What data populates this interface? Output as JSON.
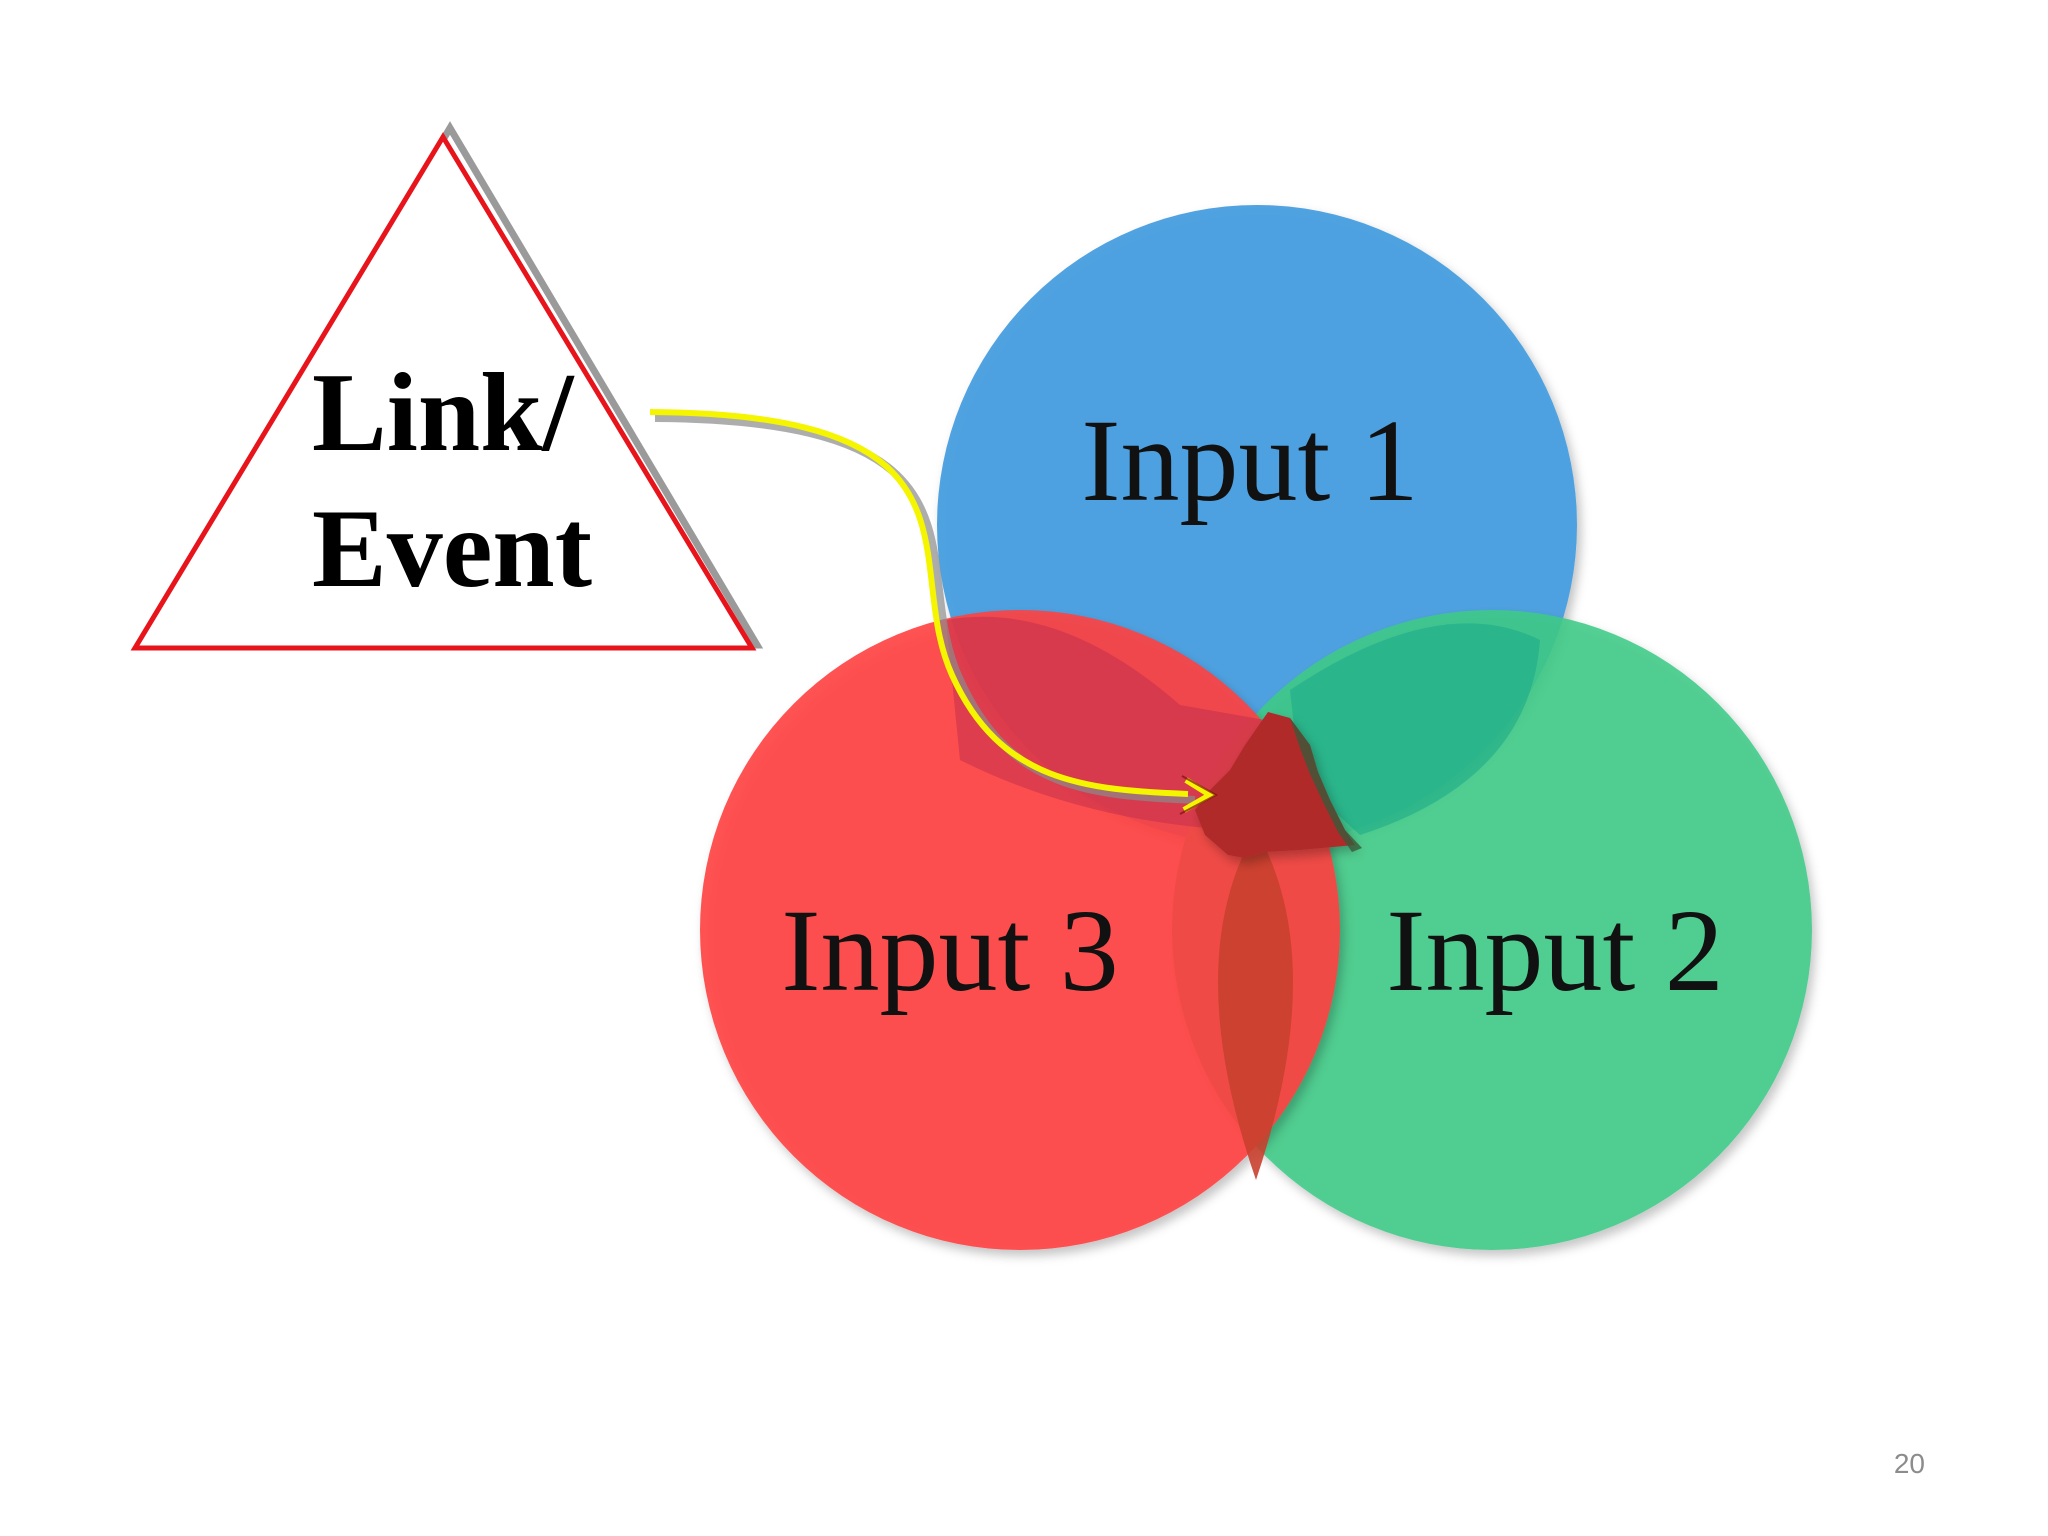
{
  "diagram": {
    "triangle_label_line1": "Link/",
    "triangle_label_line2": "Event",
    "circles": [
      {
        "label": "Input 1",
        "color": "#4a9fe0"
      },
      {
        "label": "Input 2",
        "color": "#3ecb86"
      },
      {
        "label": "Input 3",
        "color": "#ff4040"
      }
    ],
    "triangle_border_color": "#e8141b",
    "arrow_color": "#f5f500",
    "intersection_color": "#b02a2a"
  },
  "footer": {
    "page_number": "20"
  }
}
